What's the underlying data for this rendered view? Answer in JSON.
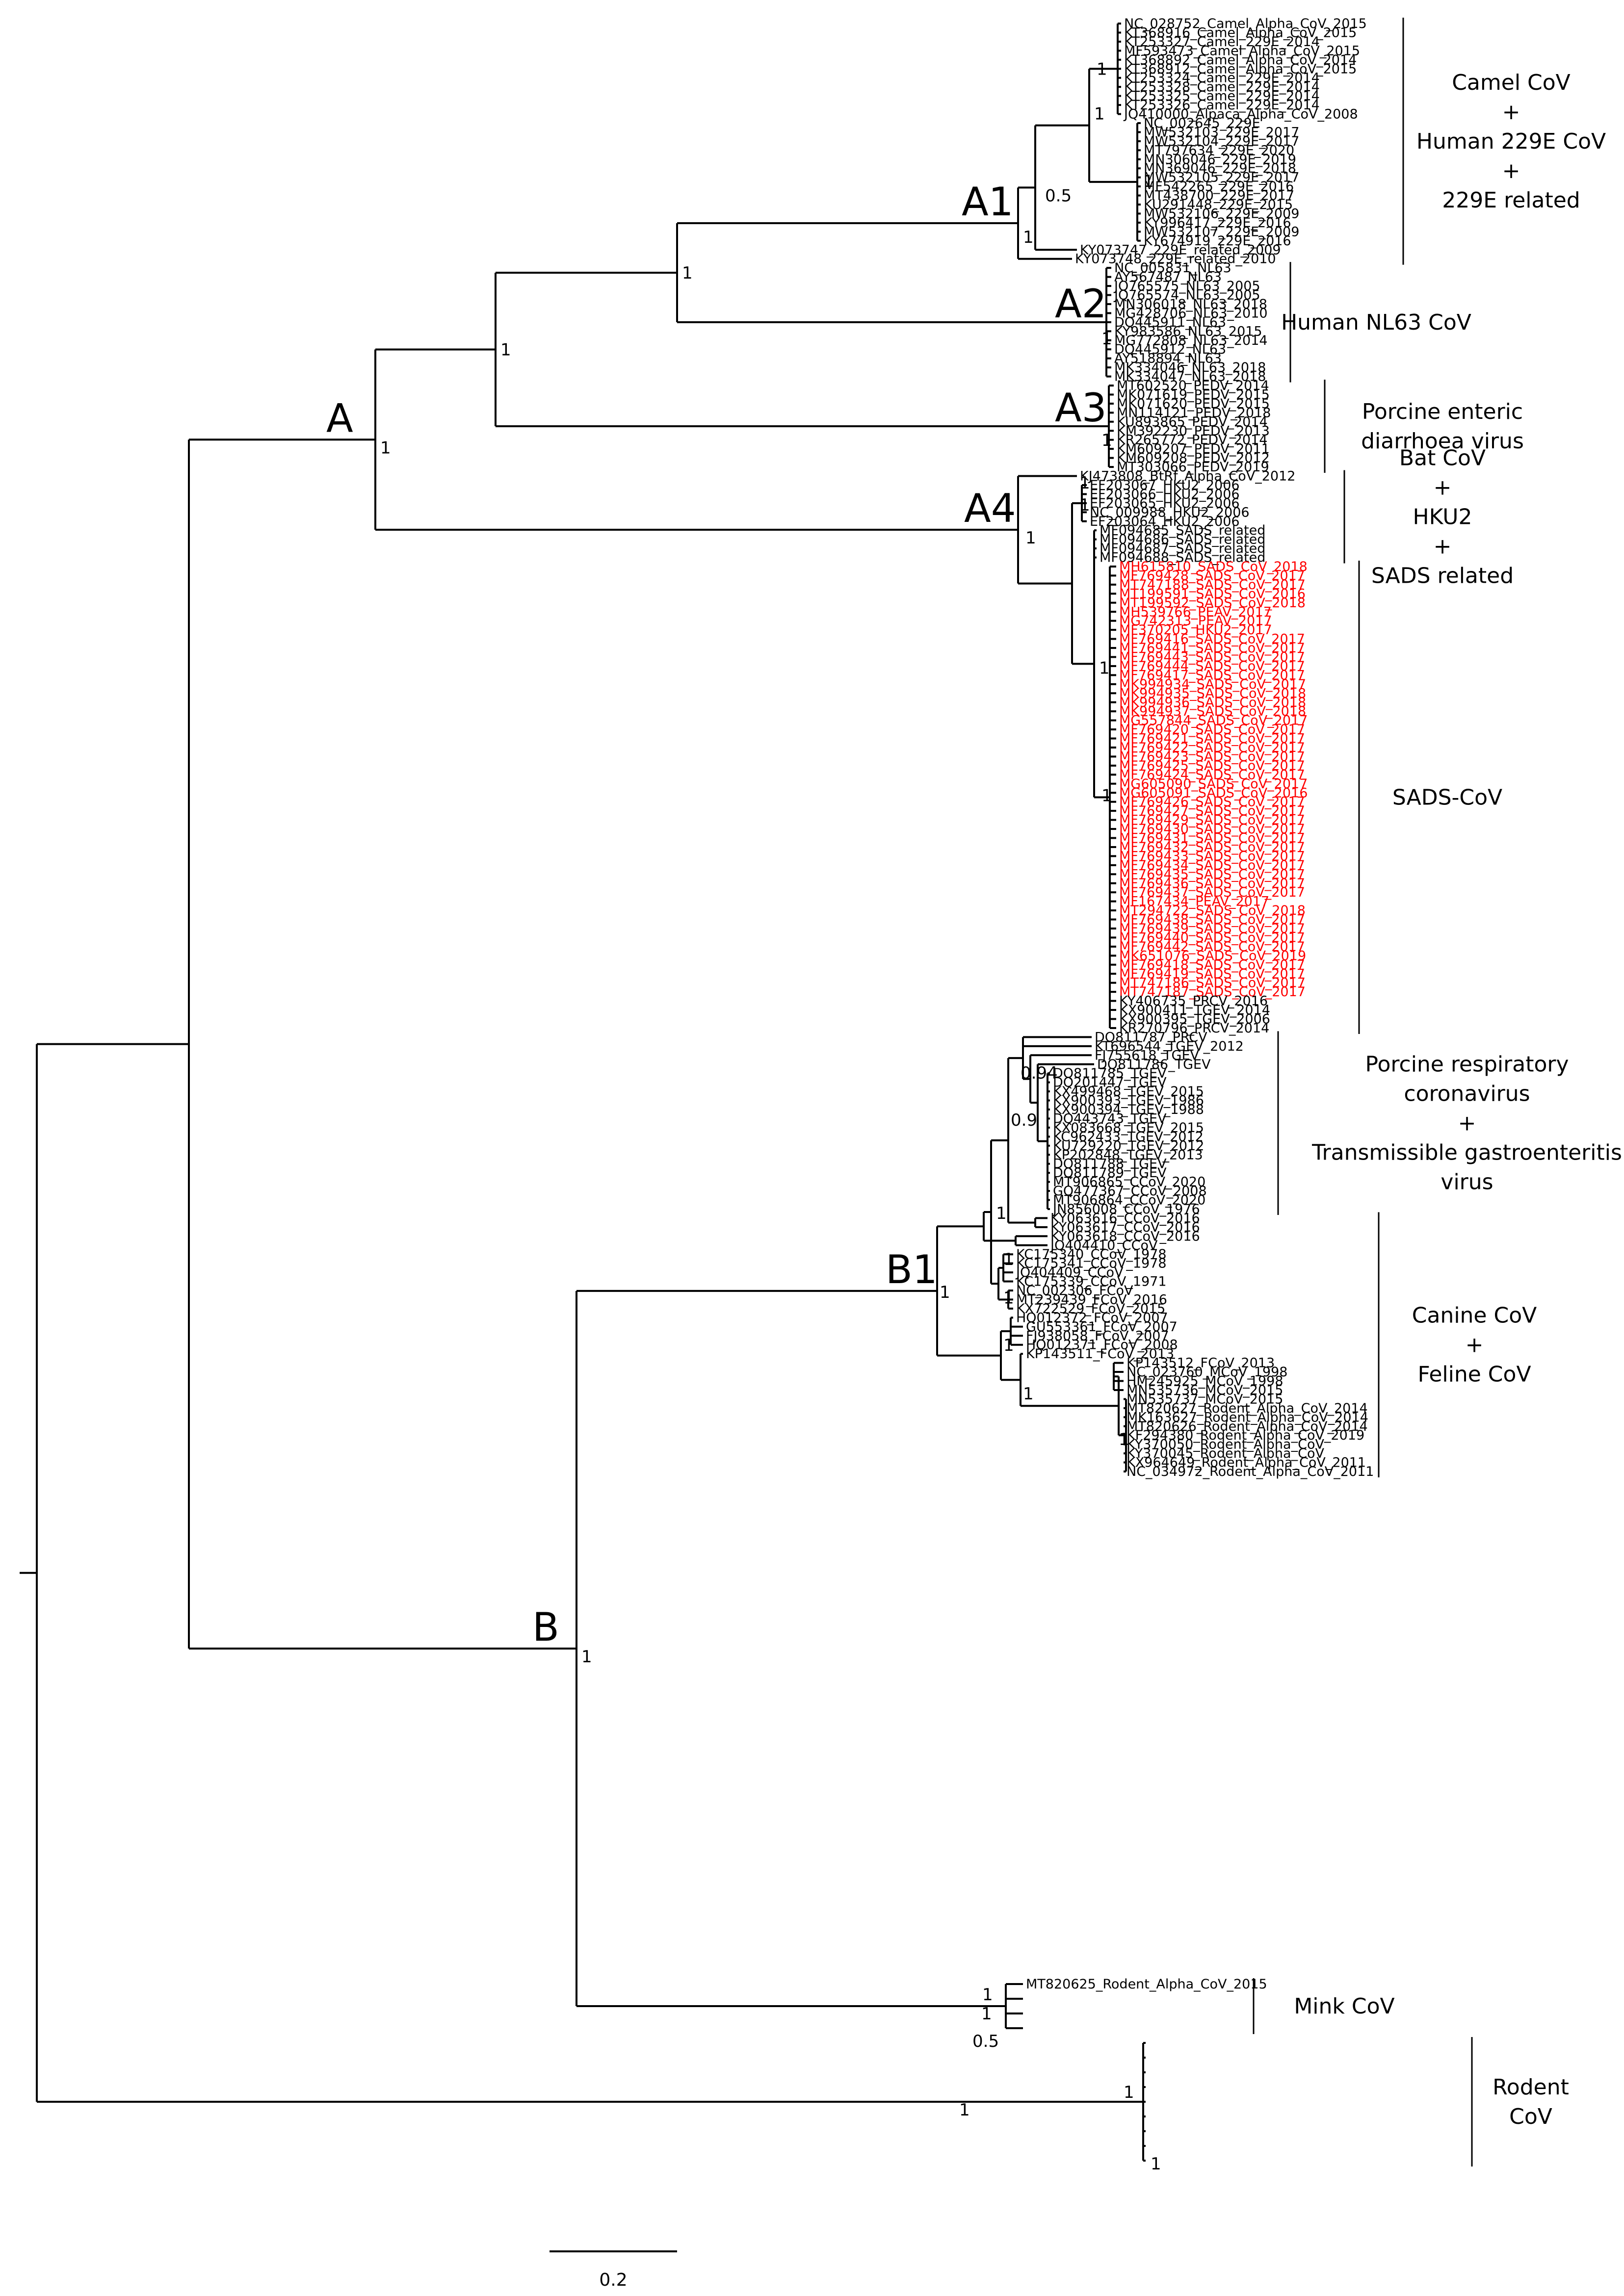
{
  "colors": {
    "default": "#000000",
    "highlight": "#ff0000"
  },
  "tips": [
    {
      "n": "NC_028752_Camel_Alpha_CoV_2015"
    },
    {
      "n": "KT368916_Camel_Alpha_CoV_2015"
    },
    {
      "n": "KT253327_Camel_229E_2014"
    },
    {
      "n": "MF593473_Camel_Alpha_CoV_2015"
    },
    {
      "n": "KT368892_Camel_Alpha_CoV_2014"
    },
    {
      "n": "KT368912_Camel_Alpha_CoV_2015"
    },
    {
      "n": "KT253324_Camel_229E_2014"
    },
    {
      "n": "KT253328_Camel_229E_2014"
    },
    {
      "n": "KT253325_Camel_229E_2014"
    },
    {
      "n": "KT253326_Camel_229E_2014"
    },
    {
      "n": "JQ410000_Alpaca_Alpha_CoV_2008"
    },
    {
      "n": "NC_002645_229E"
    },
    {
      "n": "MW532103_229E_2017"
    },
    {
      "n": "MW532104_229E_2017"
    },
    {
      "n": "MT797634_229E_2020"
    },
    {
      "n": "MN306046_229E_2019"
    },
    {
      "n": "MN369046_229E_2018"
    },
    {
      "n": "MW532105_229E_2017"
    },
    {
      "n": "MF542265_229E_2016"
    },
    {
      "n": "MT438700_229E_2017"
    },
    {
      "n": "KU291448_229E_2015"
    },
    {
      "n": "MW532106_229E_2009"
    },
    {
      "n": "KY996417_229E_2016"
    },
    {
      "n": "MW532107_229E_2009"
    },
    {
      "n": "KY674919_229E_2016"
    },
    {
      "n": "KY073747_229E_related_2009"
    },
    {
      "n": "KY073748_229E_related_2010"
    },
    {
      "n": "NC_005831_NL63"
    },
    {
      "n": "AY567487_NL63"
    },
    {
      "n": "JQ765575_NL63_2005"
    },
    {
      "n": "JQ765574_NL63_2005"
    },
    {
      "n": "MN306018_NL63_2018"
    },
    {
      "n": "MG428706_NL63_2010"
    },
    {
      "n": "DQ445911_NL63"
    },
    {
      "n": "KY983586_NL63_2015"
    },
    {
      "n": "MG772808_NL63_2014"
    },
    {
      "n": "DQ445912_NL63"
    },
    {
      "n": "AY518894_NL63"
    },
    {
      "n": "MK334046_NL63_2018"
    },
    {
      "n": "MK334047_NL63_2018"
    },
    {
      "n": "MT602520_PEDV_2014"
    },
    {
      "n": "MK071619_PEDV_2015"
    },
    {
      "n": "MK071620_PEDV_2015"
    },
    {
      "n": "MN114121_PEDV_2018"
    },
    {
      "n": "KU893865_PEDV_2014"
    },
    {
      "n": "KM392230_PEDV_2013"
    },
    {
      "n": "KR265772_PEDV_2014"
    },
    {
      "n": "KM609207_PEDV_2011"
    },
    {
      "n": "KM609208_PEDV_2012"
    },
    {
      "n": "MT303066_PEDV_2019"
    },
    {
      "n": "KJ473808_BtRf_Alpha_CoV_2012"
    },
    {
      "n": "EF203067_HKU2_2006"
    },
    {
      "n": "EF203066_HKU2_2006"
    },
    {
      "n": "EF203065_HKU2_2006"
    },
    {
      "n": "NC_009988_HKU2_2006"
    },
    {
      "n": "EF203064_HKU2_2006"
    },
    {
      "n": "MF094685_SADS_related"
    },
    {
      "n": "MF094686_SADS_related"
    },
    {
      "n": "MF094687_SADS_related"
    },
    {
      "n": "MF094688_SADS_related"
    },
    {
      "n": "MH615810_SADS_CoV_2018",
      "r": 1
    },
    {
      "n": "MF769428_SADS_CoV_2017",
      "r": 1
    },
    {
      "n": "MT747188_SADS_CoV_2017",
      "r": 1
    },
    {
      "n": "MT199591_SADS_CoV_2016",
      "r": 1
    },
    {
      "n": "MT199592_SADS_CoV_2018",
      "r": 1
    },
    {
      "n": "MH539766_PEAV_2017",
      "r": 1
    },
    {
      "n": "MG742313_PEAV_2017",
      "r": 1
    },
    {
      "n": "MF370205_HKU2_2017",
      "r": 1
    },
    {
      "n": "MF769416_SADS_CoV_2017",
      "r": 1
    },
    {
      "n": "MF769441_SADS_CoV_2017",
      "r": 1
    },
    {
      "n": "MF769443_SADS_CoV_2017",
      "r": 1
    },
    {
      "n": "MF769444_SADS_CoV_2017",
      "r": 1
    },
    {
      "n": "MF769417_SADS_CoV_2017",
      "r": 1
    },
    {
      "n": "MK994934_SADS_CoV_2017",
      "r": 1
    },
    {
      "n": "MK994935_SADS_CoV_2018",
      "r": 1
    },
    {
      "n": "MK994936_SADS_CoV_2018",
      "r": 1
    },
    {
      "n": "MK994937_SADS_CoV_2018",
      "r": 1
    },
    {
      "n": "MG557844_SADS_CoV_2017",
      "r": 1
    },
    {
      "n": "MF769420_SADS_CoV_2017",
      "r": 1
    },
    {
      "n": "MF769421_SADS_CoV_2017",
      "r": 1
    },
    {
      "n": "MF769422_SADS_CoV_2017",
      "r": 1
    },
    {
      "n": "MF769423_SADS_CoV_2017",
      "r": 1
    },
    {
      "n": "MF769425_SADS_CoV_2017",
      "r": 1
    },
    {
      "n": "MF769424_SADS_CoV_2017",
      "r": 1
    },
    {
      "n": "MG605090_SADS_CoV_2017",
      "r": 1
    },
    {
      "n": "MG605091_SADS_CoV_2016",
      "r": 1
    },
    {
      "n": "MF769426_SADS_CoV_2017",
      "r": 1
    },
    {
      "n": "MF769427_SADS_CoV_2017",
      "r": 1
    },
    {
      "n": "MF769429_SADS_CoV_2017",
      "r": 1
    },
    {
      "n": "MF769430_SADS_CoV_2017",
      "r": 1
    },
    {
      "n": "MF769431_SADS_CoV_2017",
      "r": 1
    },
    {
      "n": "MF769432_SADS_CoV_2017",
      "r": 1
    },
    {
      "n": "MF769433_SADS_CoV_2017",
      "r": 1
    },
    {
      "n": "MF769434_SADS_CoV_2017",
      "r": 1
    },
    {
      "n": "MF769435_SADS_CoV_2017",
      "r": 1
    },
    {
      "n": "MF769436_SADS_CoV_2017",
      "r": 1
    },
    {
      "n": "MF769437_SADS_CoV_2017",
      "r": 1
    },
    {
      "n": "MF167434_PEAV_2017",
      "r": 1
    },
    {
      "n": "MT294722_SADS_CoV_2018",
      "r": 1
    },
    {
      "n": "MF769438_SADS_CoV_2017",
      "r": 1
    },
    {
      "n": "MF769439_SADS_CoV_2017",
      "r": 1
    },
    {
      "n": "MF769440_SADS_CoV_2017",
      "r": 1
    },
    {
      "n": "MF769442_SADS_CoV_2017",
      "r": 1
    },
    {
      "n": "MK651076_SADS_CoV_2019",
      "r": 1
    },
    {
      "n": "MF769418_SADS_CoV_2017",
      "r": 1
    },
    {
      "n": "MF769419_SADS_CoV_2017",
      "r": 1
    },
    {
      "n": "MT747186_SADS_CoV_2017",
      "r": 1
    },
    {
      "n": "MT747187_SADS_CoV_2017",
      "r": 1
    },
    {
      "n": "KY406735_PRCV_2016"
    },
    {
      "n": "KX900411_TGEV_2014"
    },
    {
      "n": "KX900395_TGEV_2006"
    },
    {
      "n": "KR270796_PRCV_2014"
    },
    {
      "n": "DQ811787_PRCV"
    },
    {
      "n": "KT696544_TGEV_2012"
    },
    {
      "n": "FJ755618_TGEV"
    },
    {
      "n": "DQ811786_TGEV"
    },
    {
      "n": "DQ811785_TGEV"
    },
    {
      "n": "DQ201447_TGEV"
    },
    {
      "n": "KX499468_TGEV_2015"
    },
    {
      "n": "KX900393_TGEV_1986"
    },
    {
      "n": "KX900394_TGEV_1988"
    },
    {
      "n": "DQ443743_TGEV"
    },
    {
      "n": "KX083668_TGEV_2015"
    },
    {
      "n": "KC962433_TGEV_2012"
    },
    {
      "n": "KU729220_TGEV_2012"
    },
    {
      "n": "KP202848_TGEV_2013"
    },
    {
      "n": "DQ811788_TGEV"
    },
    {
      "n": "DQ811789_TGEV"
    },
    {
      "n": "MT906865_CCoV_2020"
    },
    {
      "n": "GQ477367_CCoV_2008"
    },
    {
      "n": "MT906864_CCoV_2020"
    },
    {
      "n": "JN856008_CCoV_1976"
    },
    {
      "n": "KY063616_CCoV_2016"
    },
    {
      "n": "KY063617_CCoV_2016"
    },
    {
      "n": "KY063618_CCoV_2016"
    },
    {
      "n": "JQ404410_CCoV"
    },
    {
      "n": "KC175340_CCoV_1978"
    },
    {
      "n": "KC175341_CCoV_1978"
    },
    {
      "n": "JQ404409_CCoV"
    },
    {
      "n": "KC175339_CCoV_1971"
    },
    {
      "n": "NC_002306_FCoV"
    },
    {
      "n": "MT239439_FCoV_2016"
    },
    {
      "n": "KX722529_FCoV_2015"
    },
    {
      "n": "HQ012372_FCoV_2007"
    },
    {
      "n": "GU553361_FCoV_2007"
    },
    {
      "n": "FJ938058_FCoV_2007"
    },
    {
      "n": "HQ012371_FCoV_2008"
    },
    {
      "n": "KP143511_FCoV_2013"
    },
    {
      "n": "KP143512_FCoV_2013"
    },
    {
      "n": "NC_023760_MCoV_1998"
    },
    {
      "n": "HM245925_MCoV_1998"
    },
    {
      "n": "MN535736_MCoV_2015"
    },
    {
      "n": "MN535737_MCoV_2015"
    },
    {
      "n": "MT820627_Rodent_Alpha_CoV_2014"
    },
    {
      "n": "MK163627_Rodent_Alpha_CoV_2014"
    },
    {
      "n": "MT820626_Rodent_Alpha_CoV_2014"
    },
    {
      "n": "KF294380_Rodent_Alpha_CoV_2019"
    },
    {
      "n": "KY370050_Rodent_Alpha_CoV"
    },
    {
      "n": "KY370045_Rodent_Alpha_CoV"
    },
    {
      "n": "KX964649_Rodent_Alpha_CoV_2011"
    },
    {
      "n": "NC_034972_Rodent_Alpha_CoV_2011"
    },
    {
      "n": "MT820625_Rodent_Alpha_CoV_2015"
    }
  ],
  "clade_labels": [
    "A",
    "A1",
    "A2",
    "A3",
    "A4",
    "B",
    "B1"
  ],
  "support_values": [
    "1",
    "0.5",
    "0.94",
    "0.9"
  ],
  "groups": [
    {
      "lines": [
        "Camel CoV",
        "+",
        "Human 229E CoV",
        "+",
        "229E related"
      ]
    },
    {
      "lines": [
        "Human NL63 CoV"
      ]
    },
    {
      "lines": [
        "Porcine enteric",
        "diarrhoea virus"
      ]
    },
    {
      "lines": [
        "Bat CoV",
        "+",
        "HKU2",
        "+",
        "SADS related"
      ]
    },
    {
      "lines": [
        "SADS-CoV"
      ]
    },
    {
      "lines": [
        "Porcine respiratory",
        "coronavirus",
        "+",
        "Transmissible gastroenteritis",
        "virus"
      ]
    },
    {
      "lines": [
        "Canine CoV",
        "+",
        "Feline CoV"
      ]
    },
    {
      "lines": [
        "Mink CoV"
      ]
    },
    {
      "lines": [
        "Rodent",
        "CoV"
      ]
    }
  ],
  "scale_bar": {
    "label": "0.2"
  }
}
